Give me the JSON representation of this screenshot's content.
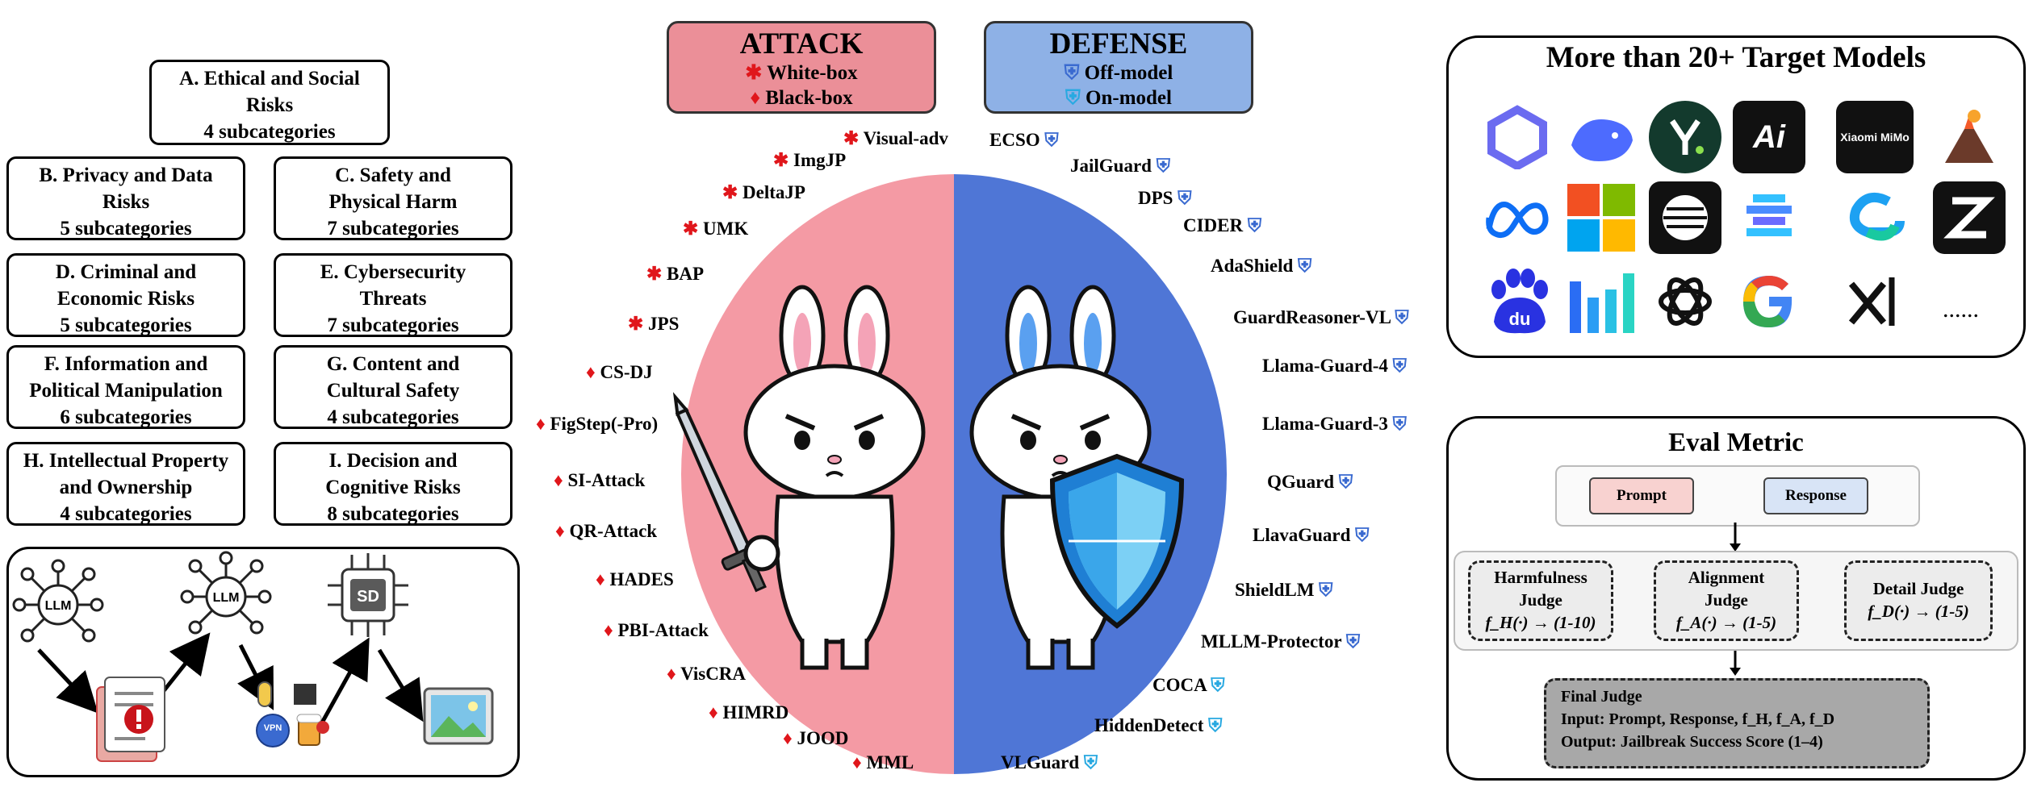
{
  "categories": [
    {
      "title": [
        "A. Ethical and Social",
        "Risks"
      ],
      "sub": "4 subcategories"
    },
    {
      "title": [
        "B. Privacy and Data",
        "Risks"
      ],
      "sub": "5 subcategories"
    },
    {
      "title": [
        "C. Safety and",
        "Physical Harm"
      ],
      "sub": "7 subcategories"
    },
    {
      "title": [
        "D. Criminal and",
        "Economic Risks"
      ],
      "sub": "5 subcategories"
    },
    {
      "title": [
        "E. Cybersecurity",
        "Threats"
      ],
      "sub": "7 subcategories"
    },
    {
      "title": [
        "F. Information and",
        "Political Manipulation"
      ],
      "sub": "6 subcategories"
    },
    {
      "title": [
        "G. Content and",
        "Cultural Safety"
      ],
      "sub": "4 subcategories"
    },
    {
      "title": [
        "H. Intellectual Property",
        "and Ownership"
      ],
      "sub": "4 subcategories"
    },
    {
      "title": [
        "I. Decision and",
        "Cognitive Risks"
      ],
      "sub": "8 subcategories"
    }
  ],
  "pipeline": {
    "llm_label": "LLM",
    "sd_label": "SD",
    "vpn_label": "VPN"
  },
  "attack": {
    "title": "ATTACK",
    "white": "White-box",
    "black": "Black-box",
    "methods": [
      "Visual-adv",
      "ImgJP",
      "DeltaJP",
      "UMK",
      "BAP",
      "JPS",
      "CS-DJ",
      "FigStep(-Pro)",
      "SI-Attack",
      "QR-Attack",
      "HADES",
      "PBI-Attack",
      "VisCRA",
      "HIMRD",
      "JOOD",
      "MML"
    ]
  },
  "defense": {
    "title": "DEFENSE",
    "off": "Off-model",
    "on": "On-model",
    "methods": [
      "ECSO",
      "JailGuard",
      "DPS",
      "CIDER",
      "AdaShield",
      "GuardReasoner-VL",
      "Llama-Guard-4",
      "Llama-Guard-3",
      "QGuard",
      "LlavaGuard",
      "ShieldLM",
      "MLLM-Protector",
      "COCA",
      "HiddenDetect",
      "VLGuard"
    ]
  },
  "models": {
    "title": "More than 20+ Target Models",
    "xiaomi": "Xiaomi MiMo",
    "more": "......",
    "ai": "Ai",
    "du": "du"
  },
  "eval": {
    "title": "Eval Metric",
    "prompt": "Prompt",
    "response": "Response",
    "harm": [
      "Harmfulness",
      "Judge",
      "f_H(·) → (1-10)"
    ],
    "align": [
      "Alignment",
      "Judge",
      "f_A(·) → (1-5)"
    ],
    "detail": [
      "Detail Judge",
      "f_D(·) → (1-5)"
    ],
    "final": [
      "Final Judge",
      "Input: Prompt, Response, f_H, f_A, f_D",
      "Output: Jailbreak Success Score (1–4)"
    ]
  },
  "colors": {
    "attack_fill": "#f49aa4",
    "defense_fill": "#4f76d6",
    "attack_box": "#eb8f98",
    "defense_box": "#8eb1e6",
    "red_icon": "#e0161b",
    "blue_icon": "#3a6ad0",
    "cyan_icon": "#29a9e1"
  }
}
